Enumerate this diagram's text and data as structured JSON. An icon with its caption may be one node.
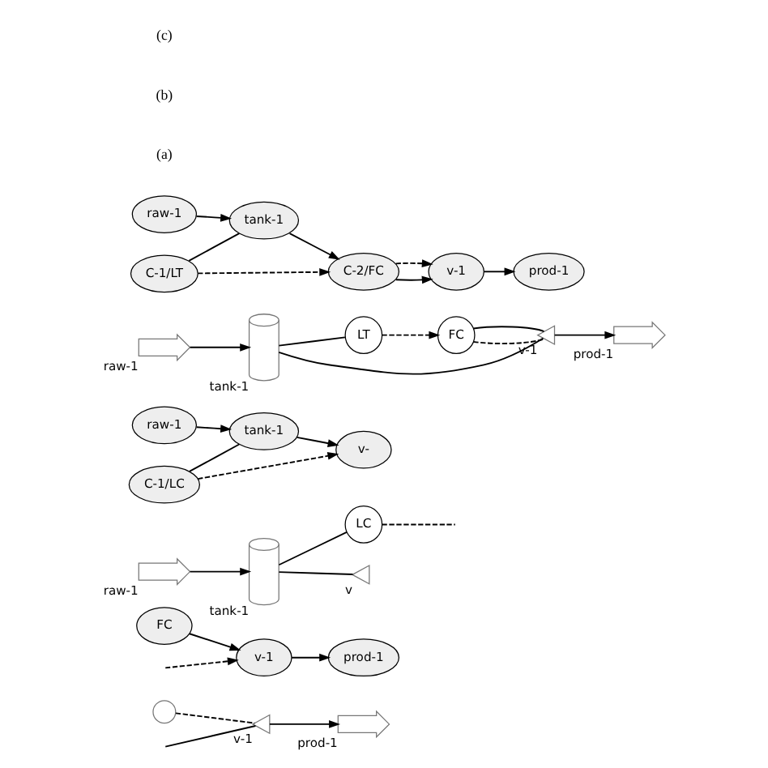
{
  "diagram": {
    "nodes": [
      {
        "text": [],
        "shape": "circle"
      },
      {
        "text": [],
        "shape": "valve",
        "beside": [
          "v-1"
        ]
      },
      {
        "text": [],
        "shape": "arrow",
        "beside": [
          "prod-1"
        ]
      },
      {
        "text": [
          "FC"
        ]
      },
      {
        "text": [
          "v-1"
        ]
      },
      {
        "text": [
          "prod-1"
        ]
      },
      {
        "text": [],
        "shape": "arrow",
        "beside": [
          "raw-1"
        ]
      },
      {
        "text": [],
        "shape": "cylinder",
        "beside": [
          "tank-1"
        ]
      },
      {
        "text": [
          "LC"
        ]
      },
      {
        "text": [],
        "shape": "valve",
        "beside": [
          "v"
        ]
      },
      {
        "text": [
          "raw-1"
        ]
      },
      {
        "text": [
          "tank-1"
        ]
      },
      {
        "text": [
          "C-1/LC"
        ]
      },
      {
        "text": [
          "v-"
        ]
      },
      {
        "text": [],
        "shape": "arrow",
        "beside": [
          "raw-1"
        ]
      },
      {
        "text": [],
        "shape": "cylinder",
        "beside": [
          "tank-1"
        ]
      },
      {
        "text": [
          "LT"
        ]
      },
      {
        "text": [
          "FC"
        ]
      },
      {
        "text": [],
        "shape": "valve",
        "beside": [
          "v-1"
        ]
      },
      {
        "text": [],
        "shape": "arrow",
        "beside": [
          "prod-1"
        ]
      },
      {
        "text": [
          "raw-1"
        ]
      },
      {
        "text": [
          "tank-1"
        ]
      },
      {
        "text": [
          "C-1/LT"
        ]
      },
      {
        "text": [
          "C-2/FC"
        ]
      },
      {
        "text": [
          "v-1"
        ]
      },
      {
        "text": [
          "prod-1"
        ]
      }
    ],
    "edges": [
      {
        "from": 0,
        "to": 1,
        "arrow": "none",
        "style": "dashed"
      },
      {
        "from": null,
        "to": 1,
        "arrow": "none"
      },
      {
        "from": 1,
        "to": 2,
        "arrow": "to"
      },
      {
        "from": null,
        "to": 4,
        "arrow": "to",
        "style": "dashed"
      },
      {
        "from": 3,
        "to": 4,
        "arrow": "to"
      },
      {
        "from": 4,
        "to": 5,
        "arrow": "to"
      },
      {
        "from": 6,
        "to": 7,
        "arrow": "to"
      },
      {
        "from": 7,
        "to": 8,
        "arrow": "none"
      },
      {
        "from": 8,
        "to": null,
        "arrow": "none",
        "style": "dashed"
      },
      {
        "from": 7,
        "to": 9,
        "arrow": "none"
      },
      {
        "from": 10,
        "to": 11,
        "arrow": "to"
      },
      {
        "from": 11,
        "to": 13,
        "arrow": "to"
      },
      {
        "from": 12,
        "to": 11,
        "arrow": "none"
      },
      {
        "from": 12,
        "to": 13,
        "arrow": "to",
        "style": "dashed"
      },
      {
        "from": 14,
        "to": 15,
        "arrow": "to"
      },
      {
        "from": 15,
        "to": 16,
        "arrow": "none"
      },
      {
        "from": 16,
        "to": 17,
        "arrow": "to",
        "style": "dashed"
      },
      {
        "from": 17,
        "to": 18,
        "arrow": "none",
        "style": "dashed"
      },
      {
        "from": 15,
        "to": 18,
        "arrow": "none"
      },
      {
        "from": 17,
        "to": 18,
        "arrow": "none"
      },
      {
        "from": 18,
        "to": 19,
        "arrow": "to"
      },
      {
        "from": 20,
        "to": 21,
        "arrow": "to"
      },
      {
        "from": 21,
        "to": 23,
        "arrow": "to"
      },
      {
        "from": 23,
        "to": 24,
        "arrow": "to"
      },
      {
        "from": 24,
        "to": 25,
        "arrow": "to"
      },
      {
        "from": 22,
        "to": 21,
        "arrow": "none"
      },
      {
        "from": 22,
        "to": 23,
        "arrow": "to",
        "style": "dashed"
      },
      {
        "from": 23,
        "to": 24,
        "arrow": "to",
        "style": "dashed"
      }
    ],
    "labels": [
      "(a)",
      "(b)",
      "(c)"
    ]
  }
}
